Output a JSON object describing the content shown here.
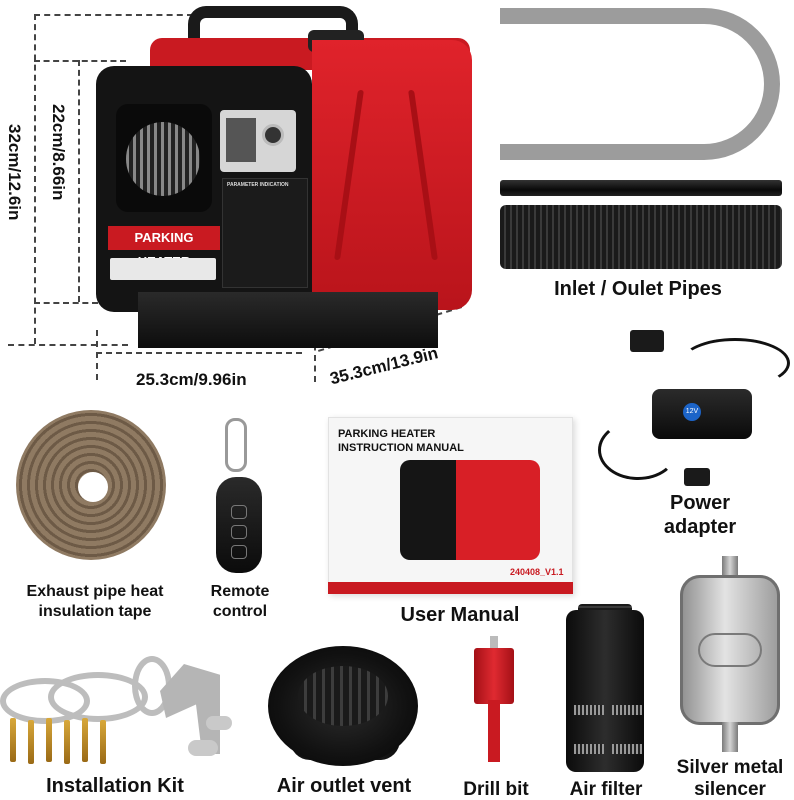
{
  "dimensions": {
    "total_height": "32cm/12.6in",
    "body_height": "22cm/8.66in",
    "width": "25.3cm/9.96in",
    "depth": "35.3cm/13.9in"
  },
  "heater": {
    "front_label": "PARKING HEATER",
    "panel_title": "PARAMETER INDICATION",
    "colors": {
      "red": "#d81f26",
      "black": "#141414"
    }
  },
  "items": {
    "pipes": "Inlet / Oulet Pipes",
    "power_adapter_line1": "Power",
    "power_adapter_line2": "adapter",
    "tape_line1": "Exhaust pipe heat",
    "tape_line2": "insulation tape",
    "remote_line1": "Remote",
    "remote_line2": "control",
    "manual": "User Manual",
    "kit": "Installation Kit",
    "vent": "Air outlet vent",
    "drill": "Drill bit",
    "filter": "Air filter",
    "silencer_line1": "Silver metal",
    "silencer_line2": "silencer"
  },
  "manual_cover": {
    "title_line1": "PARKING HEATER",
    "title_line2": "INSTRUCTION MANUAL",
    "version": "240408_V1.1"
  },
  "adapter_button": "12V"
}
